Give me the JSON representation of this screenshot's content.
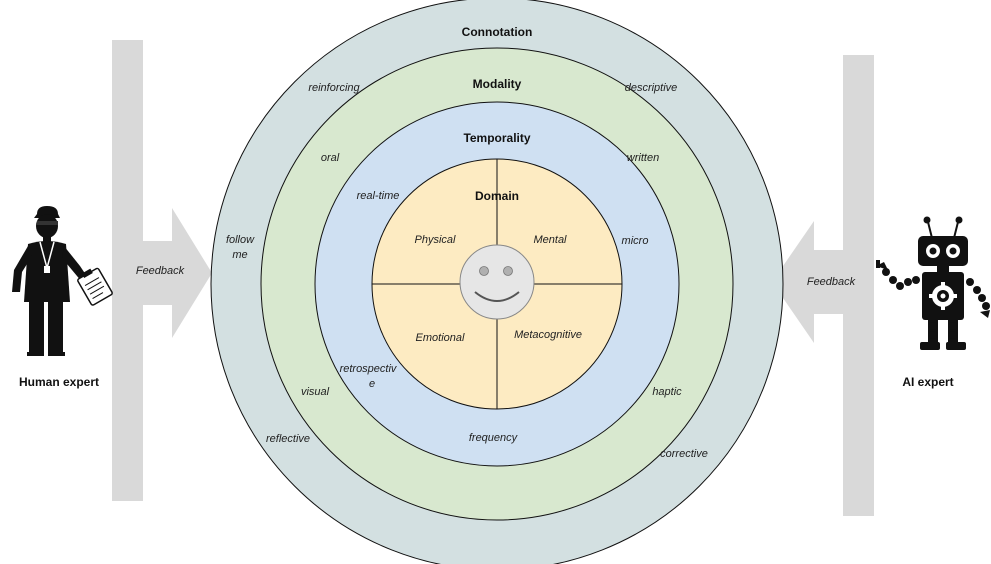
{
  "colors": {
    "connotation": "#d3e0e1",
    "modality": "#d8e8cf",
    "temporality": "#cfe0f2",
    "domain": "#fdebc2",
    "face": "#e6e6e6",
    "bar": "#d9d9d9",
    "stroke": "#111111"
  },
  "rings": {
    "connotation": {
      "title": "Connotation",
      "labels": [
        "reinforcing",
        "descriptive",
        "follow",
        "me",
        "reflective",
        "corrective"
      ]
    },
    "modality": {
      "title": "Modality",
      "labels": [
        "oral",
        "written",
        "visual",
        "haptic"
      ]
    },
    "temporality": {
      "title": "Temporality",
      "labels": [
        "real-time",
        "micro",
        "retrospectiv",
        "e",
        "frequency"
      ]
    },
    "domain": {
      "title": "Domain",
      "quadrants": [
        "Physical",
        "Mental",
        "Emotional",
        "Metacognitive"
      ]
    }
  },
  "left": {
    "feedback_label": "Feedback",
    "agent_label": "Human expert",
    "icon": "human-expert-icon"
  },
  "right": {
    "feedback_label": "Feedback",
    "agent_label": "AI expert",
    "icon": "robot-icon"
  }
}
